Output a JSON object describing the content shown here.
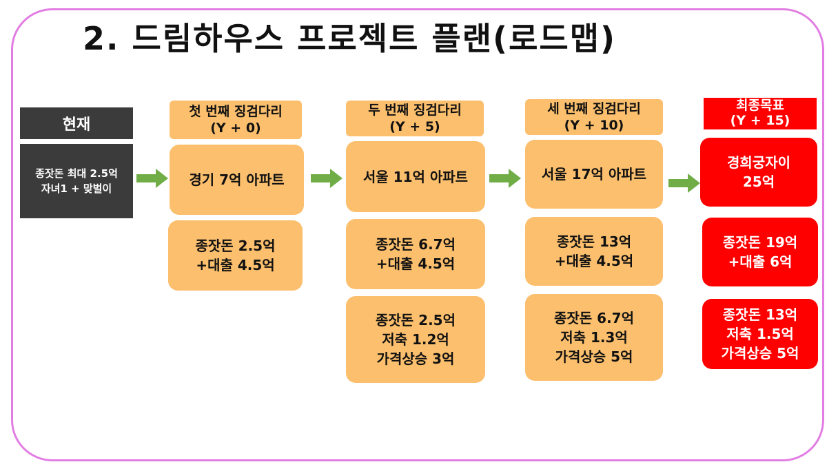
{
  "title": "2. 드림하우스 프로젝트 플랜(로드맵)",
  "colors": {
    "frame": "#e27ee3",
    "current": "#3b3b3b",
    "stage": "#fbbf6d",
    "goal": "#ff0000",
    "arrow": "#70ad47"
  },
  "current": {
    "header": "현재",
    "body": "종잣돈 최대 2.5억\n자녀1 + 맞벌이"
  },
  "stages": [
    {
      "header": "첫 번째 징검다리\n(Y + 0)",
      "target": "경기 7억 아파트",
      "funding": "종잣돈 2.5억\n+대출 4.5억"
    },
    {
      "header": "두 번째 징검다리\n(Y + 5)",
      "target": "서울 11억 아파트",
      "funding": "종잣돈 6.7억\n+대출 4.5억",
      "detail": "종잣돈 2.5억\n저축 1.2억\n가격상승 3억"
    },
    {
      "header": "세 번째 징검다리\n(Y + 10)",
      "target": "서울 17억 아파트",
      "funding": "종잣돈 13억\n+대출 4.5억",
      "detail": "종잣돈 6.7억\n저축 1.3억\n가격상승 5억"
    }
  ],
  "goal": {
    "header": "최종목표\n(Y + 15)",
    "target": "경희궁자이\n25억",
    "funding": "종잣돈 19억\n+대출 6억",
    "detail": "종잣돈 13억\n저축 1.5억\n가격상승 5억"
  },
  "arrow_icon": "right-arrow-icon"
}
